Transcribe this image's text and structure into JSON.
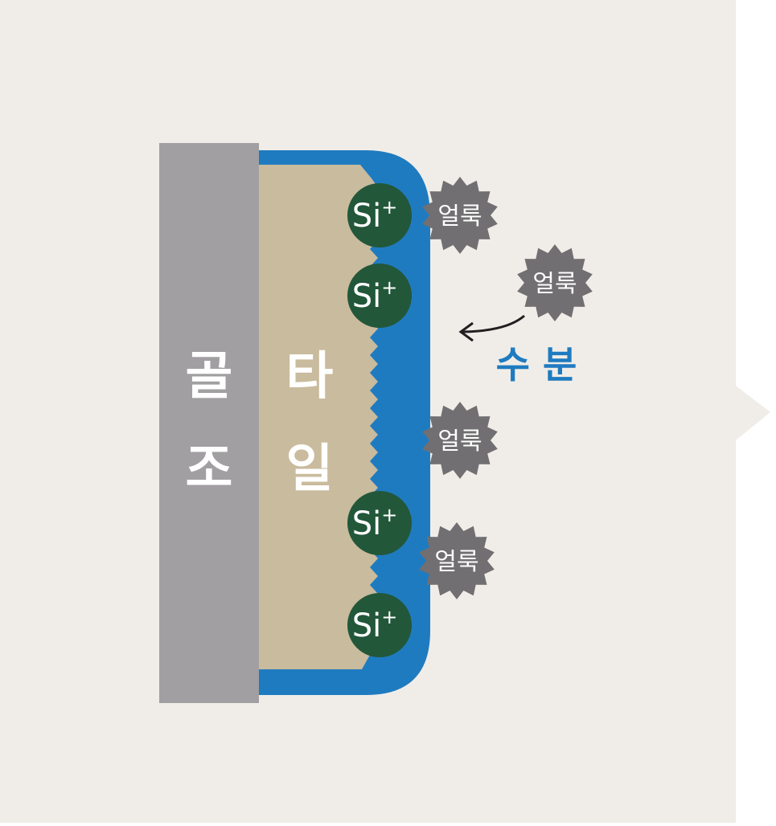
{
  "colors": {
    "background": "#f0ede8",
    "outer": "#ffffff",
    "grout": "#a19fa2",
    "tile": "#c9bb9d",
    "coating": "#1f7bc0",
    "silica": "#22573a",
    "stain": "#716f71",
    "arrow": "#231f20",
    "label_white": "#ffffff"
  },
  "labels": {
    "grout": [
      "골",
      "조"
    ],
    "tile": [
      "타",
      "일"
    ],
    "moisture": "수 분",
    "silica_ion": "Si",
    "silica_charge": "+",
    "stain": "얼룩"
  },
  "silica_count": 4,
  "stain_count": 4
}
